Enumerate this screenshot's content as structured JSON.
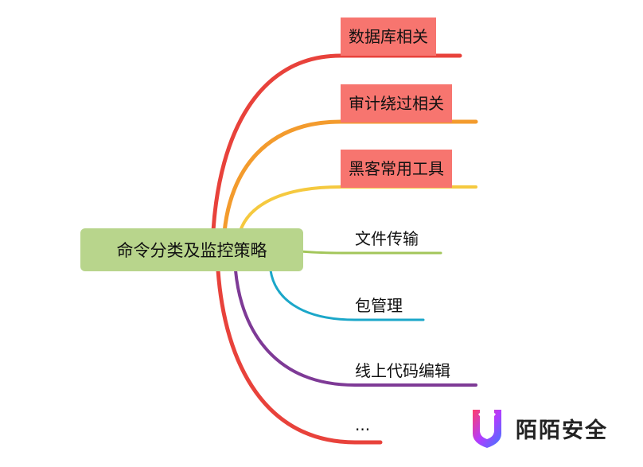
{
  "root": {
    "label": "命令分类及监控策略",
    "color": "#b8d58c"
  },
  "branches": [
    {
      "label": "数据库相关",
      "color": "#e8423b",
      "boxed": true,
      "box_color": "#f7756f"
    },
    {
      "label": "审计绕过相关",
      "color": "#f39b2d",
      "boxed": true,
      "box_color": "#f7756f"
    },
    {
      "label": "黑客常用工具",
      "color": "#f5c93f",
      "boxed": true,
      "box_color": "#f7756f"
    },
    {
      "label": "文件传输",
      "color": "#a3c65a",
      "boxed": false
    },
    {
      "label": "包管理",
      "color": "#1ba7c9",
      "boxed": false
    },
    {
      "label": "线上代码编辑",
      "color": "#7e3a96",
      "boxed": false
    },
    {
      "label": "...",
      "color": "#e8423b",
      "boxed": false
    }
  ],
  "watermark": {
    "text": "陌陌安全",
    "icon": "momo-shield-logo"
  }
}
